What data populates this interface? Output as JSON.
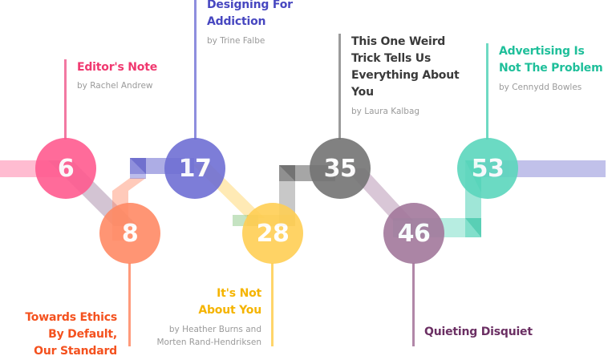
{
  "colors": {
    "pink": "#ff6b9a",
    "orange": "#ff8a65",
    "indigo": "#7a7ad8",
    "yellow": "#ffd05a",
    "gray": "#7a7a7a",
    "mauve": "#a87a9e",
    "teal": "#5fd6bd"
  },
  "articles": [
    {
      "number": "6",
      "title": "Editor's Note",
      "author": "by Rachel Andrew",
      "color": "#ff5b90",
      "title_color": "#f0386f"
    },
    {
      "number": "8",
      "title": "Towards Ethics By Default, Our Standard",
      "author": "",
      "color": "#ff8a65",
      "title_color": "#f4511e"
    },
    {
      "number": "17",
      "title": "Designing For Addiction",
      "author": "by Trine Falbe",
      "color": "#6f70d4",
      "title_color": "#4747c0"
    },
    {
      "number": "28",
      "title": "It's Not About You",
      "author": "by Heather Burns and Morten Rand-Hendriksen",
      "color": "#ffcf55",
      "title_color": "#f5b400"
    },
    {
      "number": "35",
      "title": "This One Weird Trick Tells Us Everything About You",
      "author": "by Laura Kalbag",
      "color": "#747474",
      "title_color": "#3a3a3a"
    },
    {
      "number": "46",
      "title": "Quieting Disquiet",
      "author": "",
      "color": "#a3789c",
      "title_color": "#6b2f63"
    },
    {
      "number": "53",
      "title": "Advertising Is Not The Problem",
      "author": "by Cennydd Bowles",
      "color": "#5cd6bd",
      "title_color": "#1fbf9a"
    }
  ],
  "labels": {
    "a6": {
      "title": "Editor's Note",
      "author": "by Rachel Andrew"
    },
    "a8": {
      "title_line1": "Towards Ethics",
      "title_line2": "By Default,",
      "title_line3": "Our Standard"
    },
    "a17": {
      "title_line1": "Designing For",
      "title_line2": "Addiction",
      "author": "by Trine Falbe"
    },
    "a28": {
      "title_line1": "It's Not",
      "title_line2": "About You",
      "author_line1": "by Heather Burns and",
      "author_line2": "Morten Rand-Hendriksen"
    },
    "a35": {
      "title_line1": "This One Weird",
      "title_line2": "Trick Tells Us",
      "title_line3": "Everything About",
      "title_line4": "You",
      "author": "by Laura Kalbag"
    },
    "a46": {
      "title": "Quieting Disquiet"
    },
    "a53": {
      "title_line1": "Advertising Is",
      "title_line2": "Not The Problem",
      "author": "by Cennydd Bowles"
    }
  }
}
